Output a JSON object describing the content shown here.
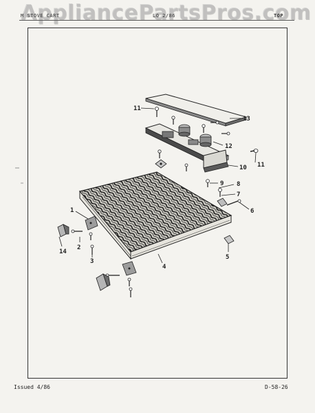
{
  "header": {
    "left_text": "M STOVE CART",
    "mid_text": "LO 2/86",
    "right_text": "TOP"
  },
  "watermark": "AppliancePartsPros.com",
  "callouts": {
    "c1": "1",
    "c2": "2",
    "c3": "3",
    "c4": "4",
    "c5": "5",
    "c6": "6",
    "c7": "7",
    "c8": "8",
    "c9": "9",
    "c10": "10",
    "c11a": "11",
    "c11b": "11",
    "c12": "12",
    "c13": "13",
    "c14": "14"
  },
  "footer": {
    "issued": "Issued 4/86",
    "code": "D-58-26"
  }
}
